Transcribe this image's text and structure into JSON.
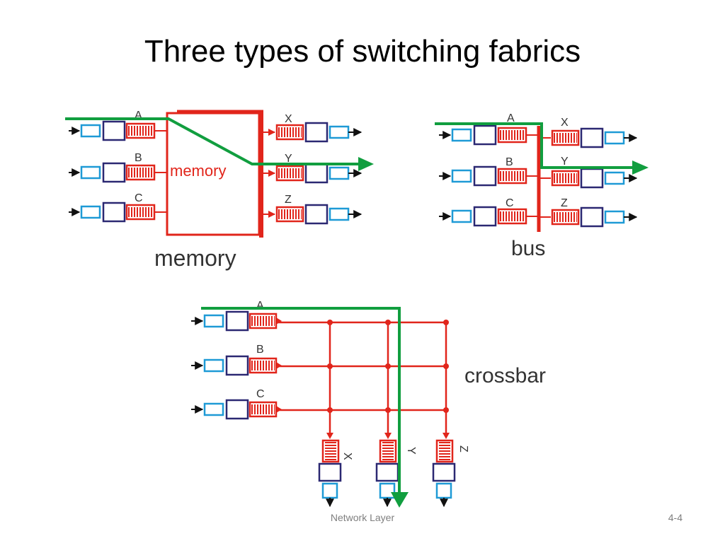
{
  "slide": {
    "title": "Three types of switching fabrics",
    "footer_text": "Network Layer",
    "page_number": "4-4"
  },
  "colors": {
    "red": "#e1251b",
    "green": "#119e3f",
    "blue": "#1e9ad6",
    "purple": "#2b2872"
  },
  "memory_fabric": {
    "caption": "memory",
    "box_label": "memory",
    "inputs": [
      "A",
      "B",
      "C"
    ],
    "outputs": [
      "X",
      "Y",
      "Z"
    ]
  },
  "bus_fabric": {
    "caption": "bus",
    "inputs": [
      "A",
      "B",
      "C"
    ],
    "outputs": [
      "X",
      "Y",
      "Z"
    ]
  },
  "crossbar_fabric": {
    "caption": "crossbar",
    "inputs": [
      "A",
      "B",
      "C"
    ],
    "outputs": [
      "X",
      "Y",
      "Z"
    ]
  }
}
